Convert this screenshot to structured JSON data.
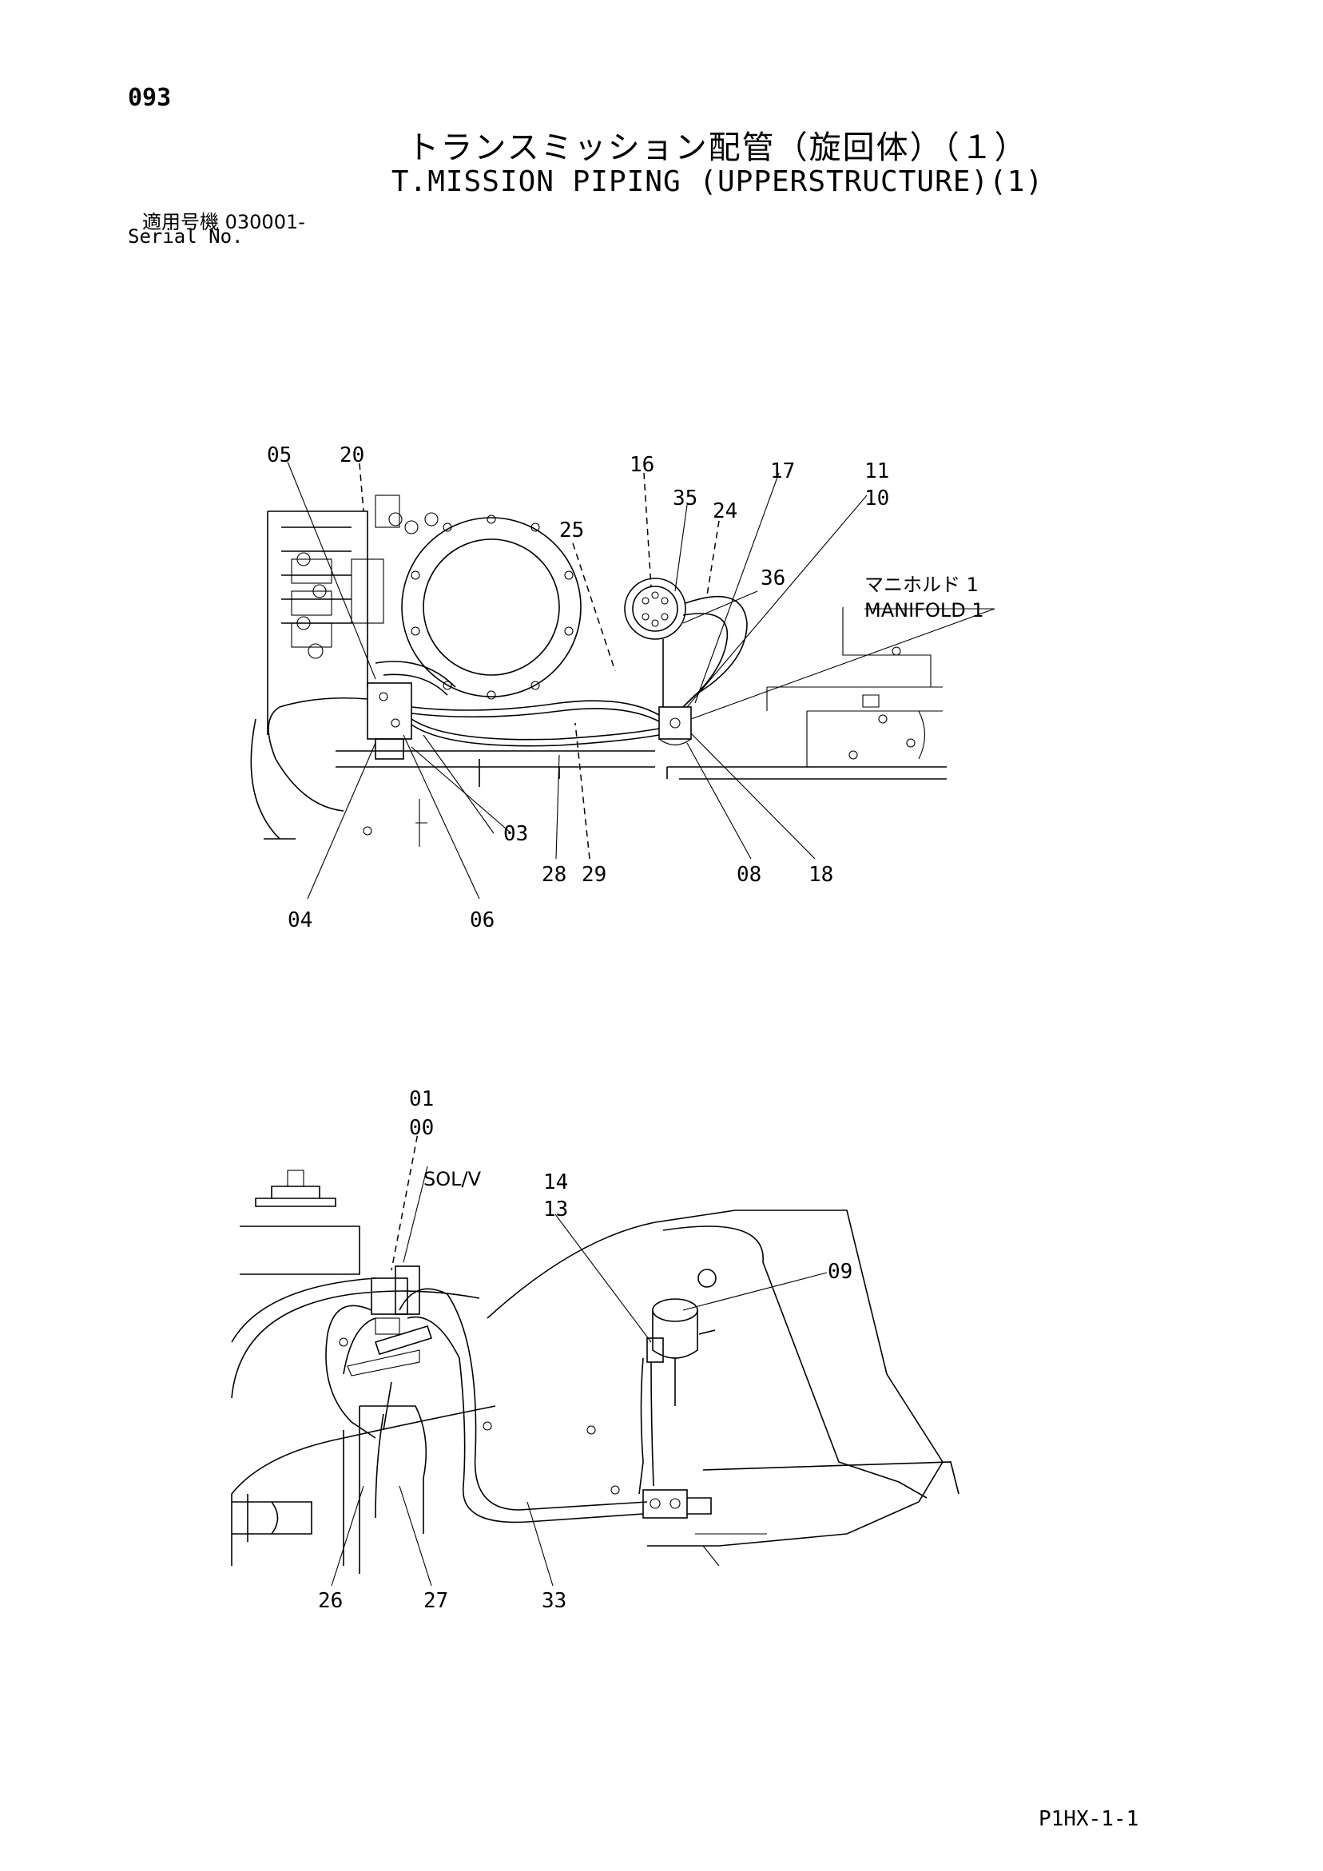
{
  "page_number": "093",
  "title_jp": "トランスミッション配管（旋回体）（１）",
  "title_en": "T.MISSION PIPING (UPPERSTRUCTURE)(1)",
  "serial_jp": "適用号機  030001-",
  "serial_en": "Serial No.",
  "footer_code": "P1HX-1-1",
  "top_diagram": {
    "labels": {
      "l05": "05",
      "l20": "20",
      "l16": "16",
      "l35": "35",
      "l24": "24",
      "l17": "17",
      "l11": "11",
      "l10": "10",
      "l25": "25",
      "l36": "36",
      "manifold_jp": "マニホルド 1",
      "manifold_en": "MANIFOLD 1",
      "l03": "03",
      "l04": "04",
      "l06": "06",
      "l28": "28",
      "l29": "29",
      "l08": "08",
      "l18": "18"
    }
  },
  "bottom_diagram": {
    "labels": {
      "l01": "01",
      "l00": "00",
      "solv": "SOL/V",
      "l14": "14",
      "l13": "13",
      "l09": "09",
      "l26": "26",
      "l27": "27",
      "l33": "33"
    }
  }
}
